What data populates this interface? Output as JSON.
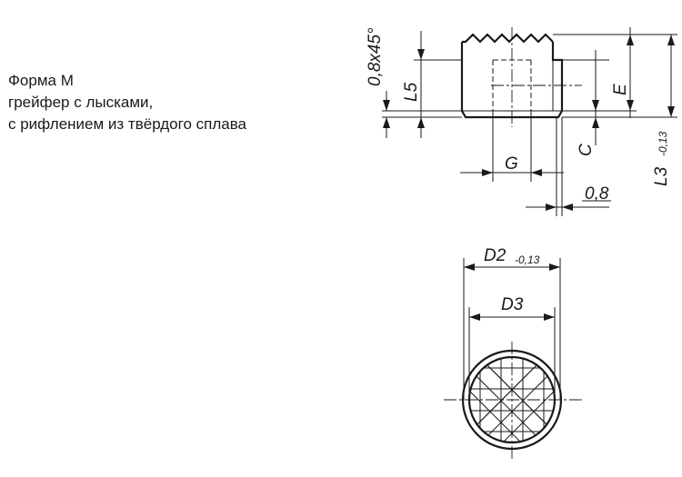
{
  "caption": {
    "line1": "Форма M",
    "line2": "грейфер с лысками,",
    "line3": "с рифлением из твёрдого сплава"
  },
  "labels": {
    "chamfer": "0,8x45°",
    "L5": "L5",
    "E": "E",
    "C": "C",
    "G": "G",
    "gap": "0,8",
    "L3": "L3",
    "L3_tol": "-0,13",
    "D2": "D2",
    "D2_tol": "-0,13",
    "D3": "D3"
  }
}
